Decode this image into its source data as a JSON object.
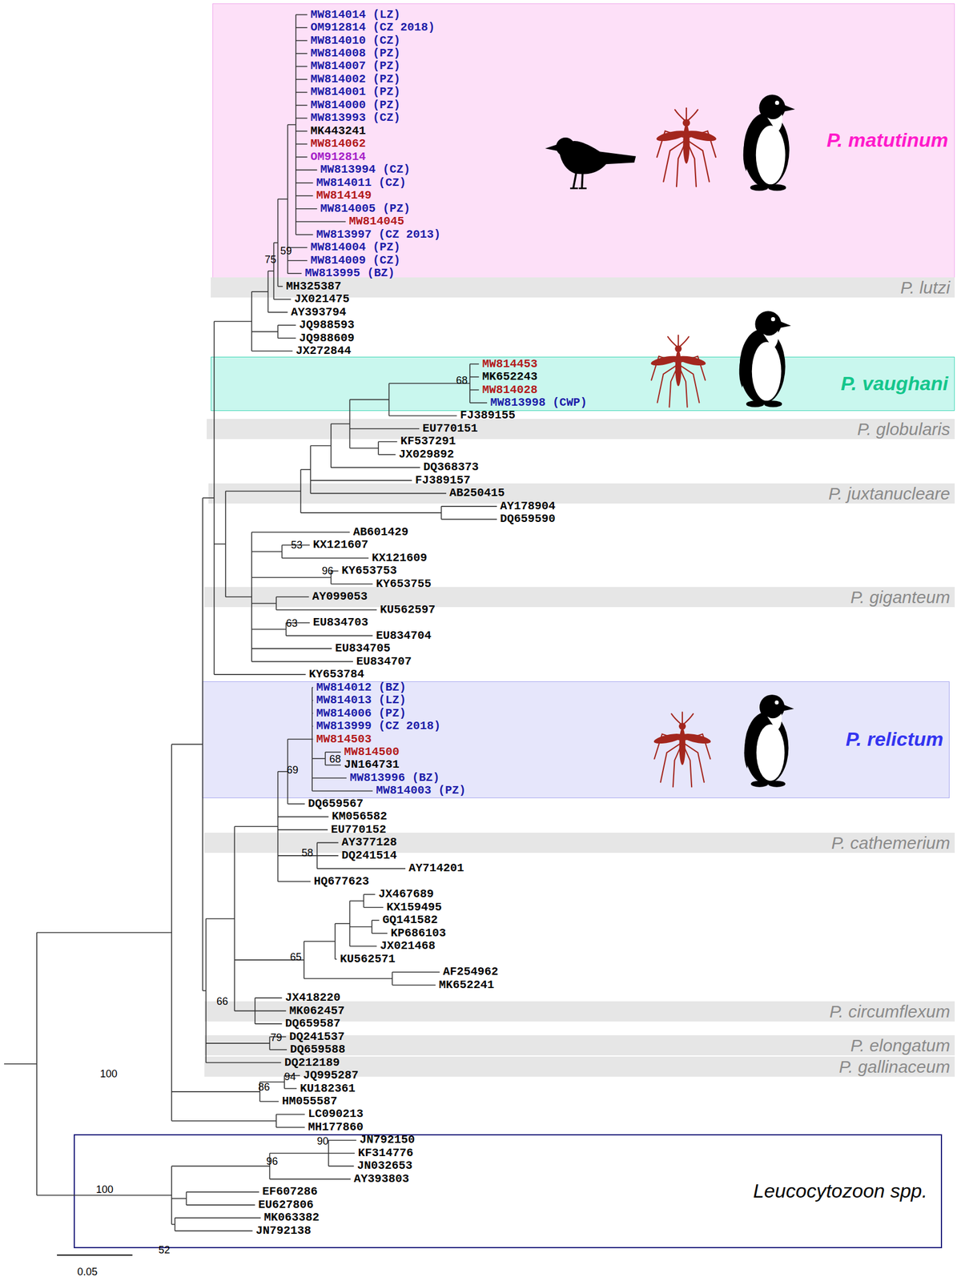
{
  "diagram": {
    "nodes": [
      {
        "text": [
          "P. matutinum"
        ]
      },
      {
        "text": [
          "P. lutzi"
        ]
      },
      {
        "text": [
          "P. vaughani"
        ]
      },
      {
        "text": [
          "P. globularis"
        ]
      },
      {
        "text": [
          "P. juxtanucleare"
        ]
      },
      {
        "text": [
          "P. giganteum"
        ]
      },
      {
        "text": [
          "P. relictum"
        ]
      },
      {
        "text": [
          "P. cathemerium"
        ]
      },
      {
        "text": [
          "P. circumflexum"
        ]
      },
      {
        "text": [
          "P. elongatum"
        ]
      },
      {
        "text": [
          "P. gallinaceum"
        ]
      },
      {
        "text": [
          "Leucocytozoon spp."
        ]
      }
    ],
    "labels": [
      "MW814014 (LZ)",
      "OM912814 (CZ 2018)",
      "MW814010 (CZ)",
      "MW814008 (PZ)",
      "MW814007 (PZ)",
      "MW814002 (PZ)",
      "MW814001 (PZ)",
      "MW814000 (PZ)",
      "MW813993 (CZ)",
      "MK443241",
      "MW814062",
      "OM912814",
      "MW813994 (CZ)",
      "MW814011 (CZ)",
      "MW814149",
      "MW814005 (PZ)",
      "MW814045",
      "MW813997 (CZ 2013)",
      "MW814004 (PZ)",
      "MW814009 (CZ)",
      "MW813995 (BZ)",
      "MH325387",
      "JX021475",
      "AY393794",
      "JQ988593",
      "JQ988609",
      "JX272844",
      "MW814453",
      "MK652243",
      "MW814028",
      "MW813998 (CWP)",
      "FJ389155",
      "EU770151",
      "KF537291",
      "JX029892",
      "DQ368373",
      "FJ389157",
      "AB250415",
      "AY178904",
      "DQ659590",
      "AB601429",
      "KX121607",
      "KX121609",
      "KY653753",
      "KY653755",
      "AY099053",
      "KU562597",
      "EU834703",
      "EU834704",
      "EU834705",
      "EU834707",
      "KY653784",
      "MW814012 (BZ)",
      "MW814013 (LZ)",
      "MW814006 (PZ)",
      "MW813999 (CZ 2018)",
      "MW814503",
      "MW814500",
      "JN164731",
      "MW813996 (BZ)",
      "MW814003 (PZ)",
      "DQ659567",
      "KM056582",
      "EU770152",
      "AY377128",
      "DQ241514",
      "AY714201",
      "HQ677623",
      "JX467689",
      "KX159495",
      "GQ141582",
      "KP686103",
      "JX021468",
      "KU562571",
      "AF254962",
      "MK652241",
      "JX418220",
      "MK062457",
      "DQ659587",
      "DQ241537",
      "DQ659588",
      "DQ212189",
      "JQ995287",
      "KU182361",
      "HM055587",
      "LC090213",
      "MH177860",
      "JN792150",
      "KF314776",
      "JN032653",
      "AY393803",
      "EF607286",
      "EU627806",
      "MK063382",
      "JN792138",
      "59",
      "75",
      "68",
      "53",
      "96",
      "63",
      "68",
      "69",
      "58",
      "65",
      "66",
      "79",
      "100",
      "94",
      "86",
      "100",
      "90",
      "96",
      "52",
      "0.05"
    ]
  }
}
